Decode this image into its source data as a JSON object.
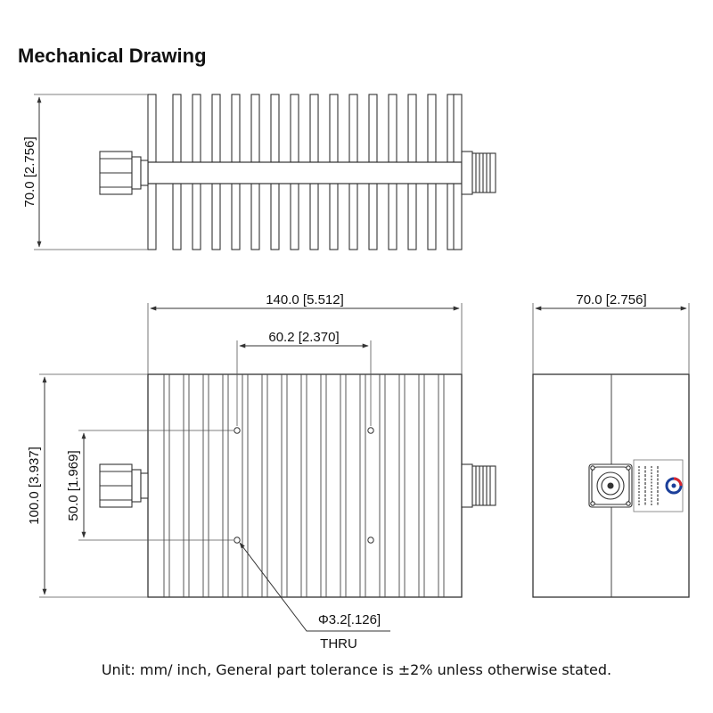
{
  "title": "Mechanical Drawing",
  "dimensions": {
    "top_height": "70.0 [2.756]",
    "overall_length": "140.0 [5.512]",
    "hole_spacing_x": "60.2 [2.370]",
    "side_width": "70.0 [2.756]",
    "body_height": "100.0 [3.937]",
    "hole_spacing_y": "50.0 [1.969]",
    "hole_diameter": "Φ3.2[.126]",
    "hole_note": "THRU"
  },
  "footer": "Unit: mm/ inch, General part tolerance is ±2% unless otherwise stated."
}
